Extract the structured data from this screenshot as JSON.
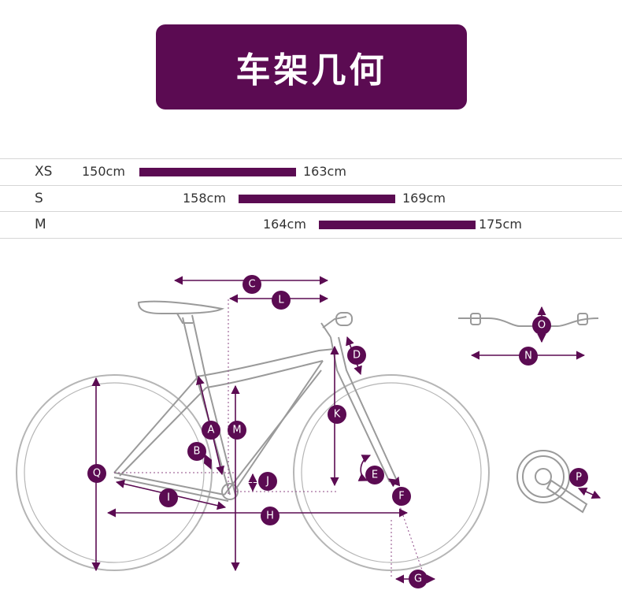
{
  "title": "车架几何",
  "sizes": [
    {
      "name": "XS",
      "min": "150cm",
      "max": "163cm"
    },
    {
      "name": "S",
      "min": "158cm",
      "max": "169cm"
    },
    {
      "name": "M",
      "min": "164cm",
      "max": "175cm"
    }
  ],
  "colors": {
    "accent": "#5b0b52",
    "line": "#a9a9a9",
    "frame": "#9a9a9a"
  },
  "labels": {
    "A": "A",
    "B": "B",
    "C": "C",
    "D": "D",
    "E": "E",
    "F": "F",
    "G": "G",
    "H": "H",
    "I": "I",
    "J": "J",
    "K": "K",
    "L": "L",
    "M": "M",
    "N": "N",
    "O": "O",
    "P": "P",
    "Q": "Q"
  }
}
